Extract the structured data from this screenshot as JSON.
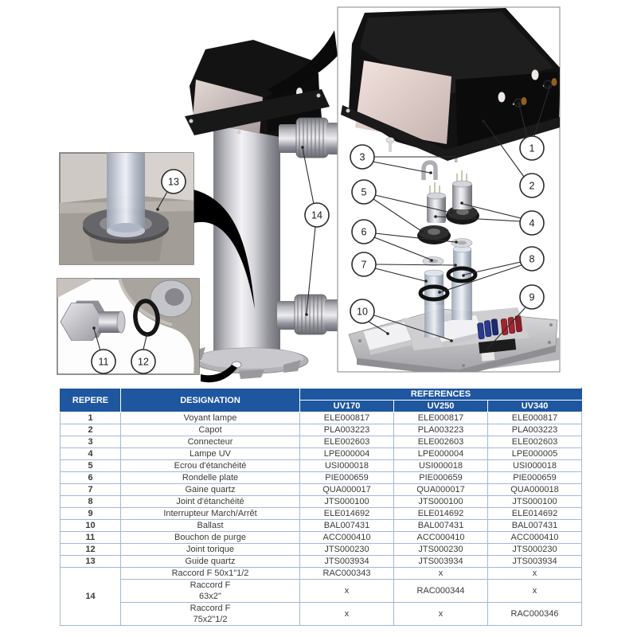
{
  "diagram": {
    "callouts": [
      "1",
      "2",
      "3",
      "4",
      "5",
      "6",
      "7",
      "8",
      "9",
      "10",
      "11",
      "12",
      "13",
      "14"
    ]
  },
  "table": {
    "header": {
      "repere": "REPERE",
      "designation": "DESIGNATION",
      "references": "REFERENCES",
      "models": [
        "UV170",
        "UV250",
        "UV340"
      ]
    },
    "rows": [
      {
        "repere": "1",
        "designation": "Voyant lampe",
        "uv170": "ELE000817",
        "uv250": "ELE000817",
        "uv340": "ELE000817"
      },
      {
        "repere": "2",
        "designation": "Capot",
        "uv170": "PLA003223",
        "uv250": "PLA003223",
        "uv340": "PLA003223"
      },
      {
        "repere": "3",
        "designation": "Connecteur",
        "uv170": "ELE002603",
        "uv250": "ELE002603",
        "uv340": "ELE002603"
      },
      {
        "repere": "4",
        "designation": "Lampe UV",
        "uv170": "LPE000004",
        "uv250": "LPE000004",
        "uv340": "LPE000005"
      },
      {
        "repere": "5",
        "designation": "Ecrou d'étanchéité",
        "uv170": "USI000018",
        "uv250": "USI000018",
        "uv340": "USI000018"
      },
      {
        "repere": "6",
        "designation": "Rondelle plate",
        "uv170": "PIE000659",
        "uv250": "PIE000659",
        "uv340": "PIE000659"
      },
      {
        "repere": "7",
        "designation": "Gaine quartz",
        "uv170": "QUA000017",
        "uv250": "QUA000017",
        "uv340": "QUA000018"
      },
      {
        "repere": "8",
        "designation": "Joint d'étanchéité",
        "uv170": "JTS000100",
        "uv250": "JTS000100",
        "uv340": "JTS000100"
      },
      {
        "repere": "9",
        "designation": "Interrupteur March/Arrêt",
        "uv170": "ELE014692",
        "uv250": "ELE014692",
        "uv340": "ELE014692"
      },
      {
        "repere": "10",
        "designation": "Ballast",
        "uv170": "BAL007431",
        "uv250": "BAL007431",
        "uv340": "BAL007431"
      },
      {
        "repere": "11",
        "designation": "Bouchon de purge",
        "uv170": "ACC000410",
        "uv250": "ACC000410",
        "uv340": "ACC000410"
      },
      {
        "repere": "12",
        "designation": "Joint torique",
        "uv170": "JTS000230",
        "uv250": "JTS000230",
        "uv340": "JTS000230"
      },
      {
        "repere": "13",
        "designation": "Guide quartz",
        "uv170": "JTS003934",
        "uv250": "JTS003934",
        "uv340": "JTS003934"
      }
    ],
    "row14": {
      "repere": "14",
      "subrows": [
        {
          "designation": "Raccord F 50x1\"1/2",
          "uv170": "RAC000343",
          "uv250": "x",
          "uv340": "x"
        },
        {
          "designation": "Raccord F\n63x2''",
          "uv170": "x",
          "uv250": "RAC000344",
          "uv340": "x"
        },
        {
          "designation": "Raccord F\n75x2\"1/2",
          "uv170": "x",
          "uv250": "x",
          "uv340": "RAC000346"
        }
      ]
    }
  },
  "colors": {
    "header_blue": "#1e56a0",
    "table_border": "#a3b7d6",
    "indicator_amber": "#93601f",
    "connector_red": "#a32430",
    "connector_blue": "#2a3a8c"
  }
}
